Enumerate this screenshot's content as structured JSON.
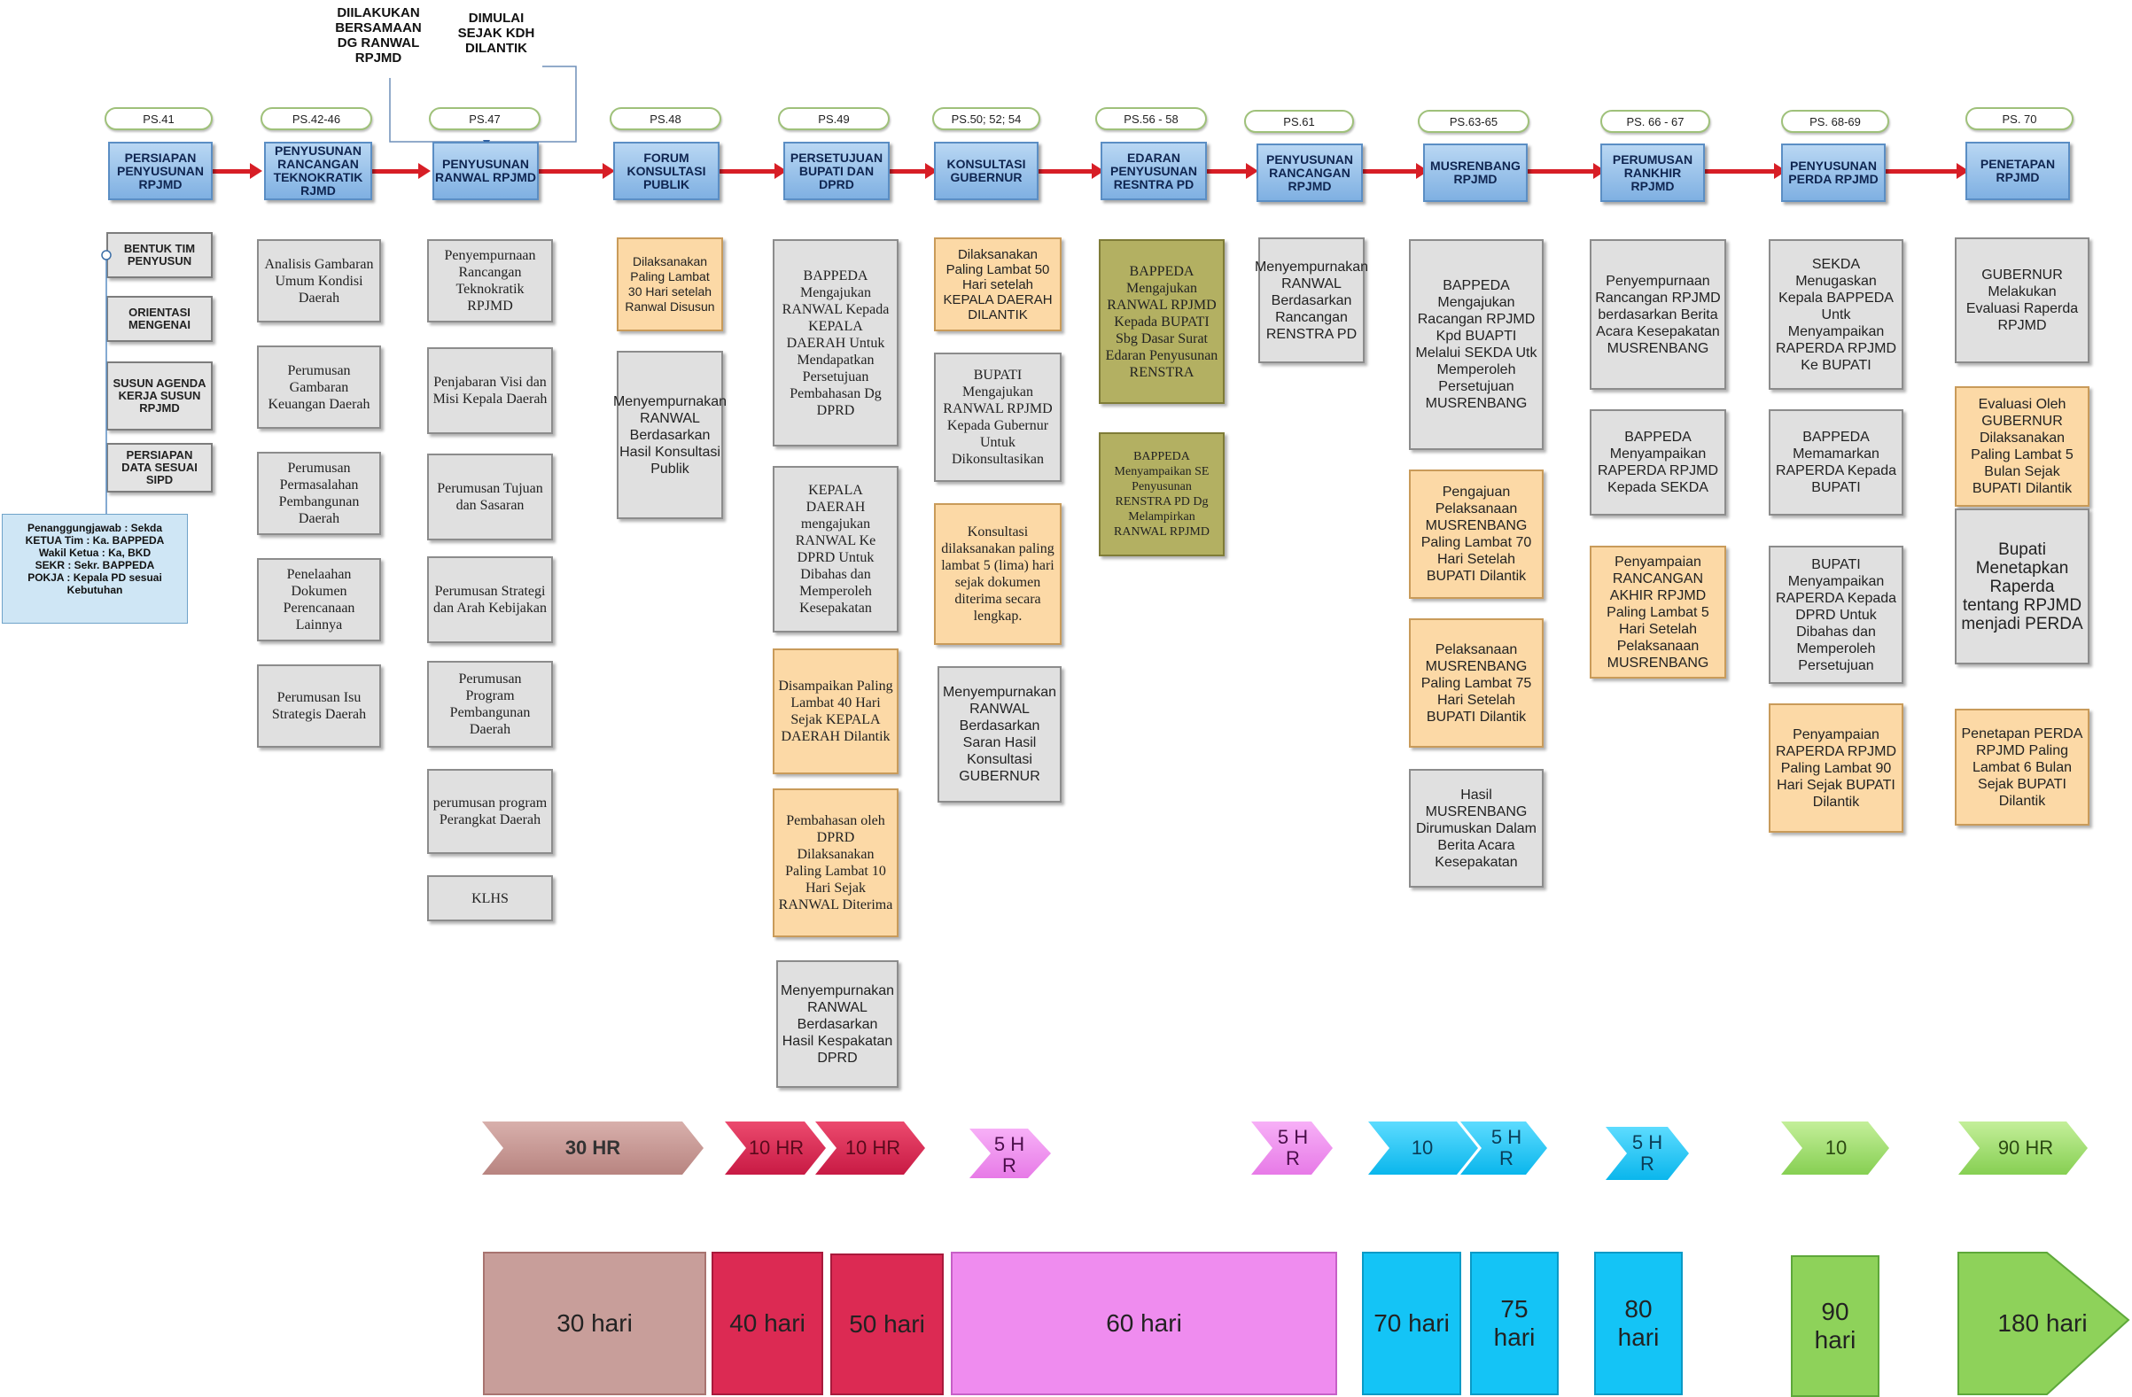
{
  "notes": {
    "bersamaan": "DIILAKUKAN BERSAMAAN DG RANWAL RPJMD",
    "dimulai": "DIMULAI SEJAK KDH DILANTIK"
  },
  "stages": [
    {
      "ps": "PS.41",
      "title": "PERSIAPAN PENYUSUNAN RPJMD"
    },
    {
      "ps": "PS.42-46",
      "title": "PENYUSUNAN RANCANGAN TEKNOKRATIK RJMD"
    },
    {
      "ps": "PS.47",
      "title": "PENYUSUNAN RANWAL RPJMD"
    },
    {
      "ps": "PS.48",
      "title": "FORUM KONSULTASI PUBLIK"
    },
    {
      "ps": "PS.49",
      "title": "PERSETUJUAN BUPATI DAN DPRD"
    },
    {
      "ps": "PS.50; 52; 54",
      "title": "KONSULTASI GUBERNUR"
    },
    {
      "ps": "PS.56 - 58",
      "title": "EDARAN PENYUSUNAN RESNTRA PD"
    },
    {
      "ps": "PS.61",
      "title": "PENYUSUNAN RANCANGAN RPJMD"
    },
    {
      "ps": "PS.63-65",
      "title": "MUSRENBANG RPJMD"
    },
    {
      "ps": "PS. 66 - 67",
      "title": "PERUMUSAN RANKHIR RPJMD"
    },
    {
      "ps": "PS. 68-69",
      "title": "PENYUSUNAN PERDA RPJMD"
    },
    {
      "ps": "PS. 70",
      "title": "PENETAPAN RPJMD"
    }
  ],
  "col1": [
    "BENTUK TIM PENYUSUN",
    "ORIENTASI MENGENAI",
    "SUSUN AGENDA KERJA SUSUN RPJMD",
    "PERSIAPAN DATA SESUAI SIPD"
  ],
  "penanggungjawab": [
    "Penanggungjawab : Sekda",
    "KETUA Tim : Ka. BAPPEDA",
    "Wakil Ketua : Ka, BKD",
    "SEKR : Sekr. BAPPEDA",
    "POKJA : Kepala PD sesuai Kebutuhan"
  ],
  "col2": [
    "Analisis Gambaran Umum Kondisi Daerah",
    "Perumusan Gambaran Keuangan Daerah",
    "Perumusan Permasalahan Pembangunan Daerah",
    "Penelaahan Dokumen Perencanaan Lainnya",
    "Perumusan Isu Strategis Daerah"
  ],
  "col3": [
    "Penyempurnaan Rancangan Teknokratik RPJMD",
    "Penjabaran Visi dan Misi Kepala Daerah",
    "Perumusan Tujuan dan Sasaran",
    "Perumusan Strategi dan Arah Kebijakan",
    "Perumusan Program Pembangunan Daerah",
    "perumusan program Perangkat Daerah",
    "KLHS"
  ],
  "col4": [
    "Dilaksanakan Paling Lambat 30 Hari setelah Ranwal Disusun",
    "Menyempurnakan RANWAL Berdasarkan Hasil Konsultasi Publik"
  ],
  "col5": [
    "BAPPEDA Mengajukan RANWAL Kepada KEPALA DAERAH Untuk Mendapatkan Persetujuan Pembahasan Dg DPRD",
    "KEPALA DAERAH mengajukan RANWAL Ke DPRD Untuk Dibahas dan Memperoleh Kesepakatan",
    "Disampaikan Paling Lambat 40 Hari Sejak KEPALA DAERAH Dilantik",
    "Pembahasan oleh DPRD Dilaksanakan Paling Lambat 10 Hari Sejak RANWAL Diterima",
    "Menyempurnakan RANWAL Berdasarkan Hasil Kespakatan DPRD"
  ],
  "col6": [
    "Dilaksanakan Paling Lambat 50 Hari setelah KEPALA DAERAH DILANTIK",
    "BUPATI Mengajukan RANWAL RPJMD Kepada Gubernur Untuk Dikonsultasikan",
    "Konsultasi dilaksanakan paling lambat 5 (lima) hari sejak dokumen diterima secara lengkap.",
    "Menyempurnakan RANWAL Berdasarkan Saran Hasil Konsultasi GUBERNUR"
  ],
  "col7": [
    "BAPPEDA Mengajukan RANWAL RPJMD Kepada BUPATI Sbg Dasar Surat Edaran Penyusunan RENSTRA",
    "BAPPEDA Menyampaikan SE Penyusunan RENSTRA PD Dg Melampirkan RANWAL RPJMD"
  ],
  "col8": [
    "Menyempurnakan RANWAL Berdasarkan Rancangan RENSTRA PD"
  ],
  "col9": [
    "BAPPEDA Mengajukan Racangan RPJMD Kpd BUAPTI Melalui SEKDA Utk Memperoleh Persetujuan MUSRENBANG",
    "Pengajuan Pelaksanaan MUSRENBANG Paling Lambat 70 Hari Setelah BUPATI Dilantik",
    "Pelaksanaan MUSRENBANG Paling Lambat 75 Hari Setelah BUPATI Dilantik",
    "Hasil MUSRENBANG Dirumuskan Dalam Berita Acara Kesepakatan"
  ],
  "col10": [
    "Penyempurnaan Rancangan RPJMD berdasarkan Berita Acara Kesepakatan MUSRENBANG",
    "BAPPEDA Menyampaikan RAPERDA RPJMD Kepada SEKDA",
    "Penyampaian RANCANGAN AKHIR RPJMD Paling Lambat 5 Hari Setelah Pelaksanaan MUSRENBANG"
  ],
  "col11": [
    "SEKDA Menugaskan Kepala BAPPEDA Untk Menyampaikan RAPERDA RPJMD Ke BUPATI",
    "BAPPEDA Memamarkan RAPERDA Kepada BUPATI",
    "BUPATI Menyampaikan RAPERDA Kepada DPRD Untuk Dibahas dan Memperoleh Persetujuan",
    "Penyampaian RAPERDA RPJMD Paling Lambat 90 Hari Sejak BUPATI Dilantik"
  ],
  "col12": [
    "GUBERNUR Melakukan Evaluasi Raperda RPJMD",
    "Evaluasi Oleh GUBERNUR Dilaksanakan Paling Lambat 5 Bulan Sejak BUPATI Dilantik",
    "Bupati Menetapkan Raperda tentang RPJMD menjadi PERDA",
    "Penetapan PERDA RPJMD Paling Lambat 6 Bulan Sejak BUPATI Dilantik"
  ],
  "chevrons": [
    "30 HR",
    "10 HR",
    "10 HR",
    "5 H R",
    "5 H R",
    "10",
    "5 H R",
    "5 H R",
    "10",
    "90 HR"
  ],
  "bars": [
    "30 hari",
    "40 hari",
    "50 hari",
    "60 hari",
    "70 hari",
    "75 hari",
    "80 hari",
    "90 hari",
    "180 hari"
  ],
  "colors": {
    "stage": "#8fbbe8",
    "arrow": "#d71e26",
    "gray": "#e0e0e0",
    "peach": "#fcd9a6",
    "olive": "#b3b062",
    "rosy": "#c89e9a",
    "crimson": "#dc2a53",
    "pink": "#ef8cef",
    "cyan": "#14c4f6",
    "green": "#8ed25a"
  }
}
